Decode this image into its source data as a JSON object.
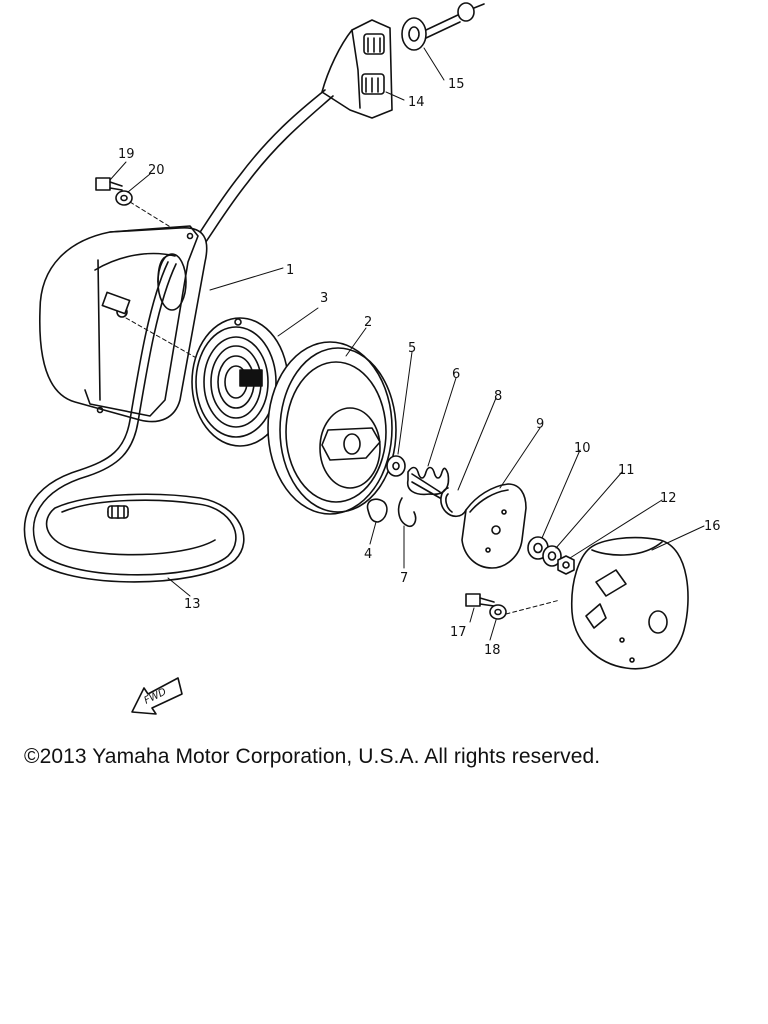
{
  "diagram": {
    "callouts": [
      "1",
      "2",
      "3",
      "4",
      "5",
      "6",
      "7",
      "8",
      "9",
      "10",
      "11",
      "12",
      "13",
      "14",
      "15",
      "16",
      "17",
      "18",
      "19",
      "20"
    ],
    "fwd_label": "FWD"
  },
  "footer": {
    "copyright": "©2013 Yamaha Motor Corporation, U.S.A. All rights reserved."
  }
}
